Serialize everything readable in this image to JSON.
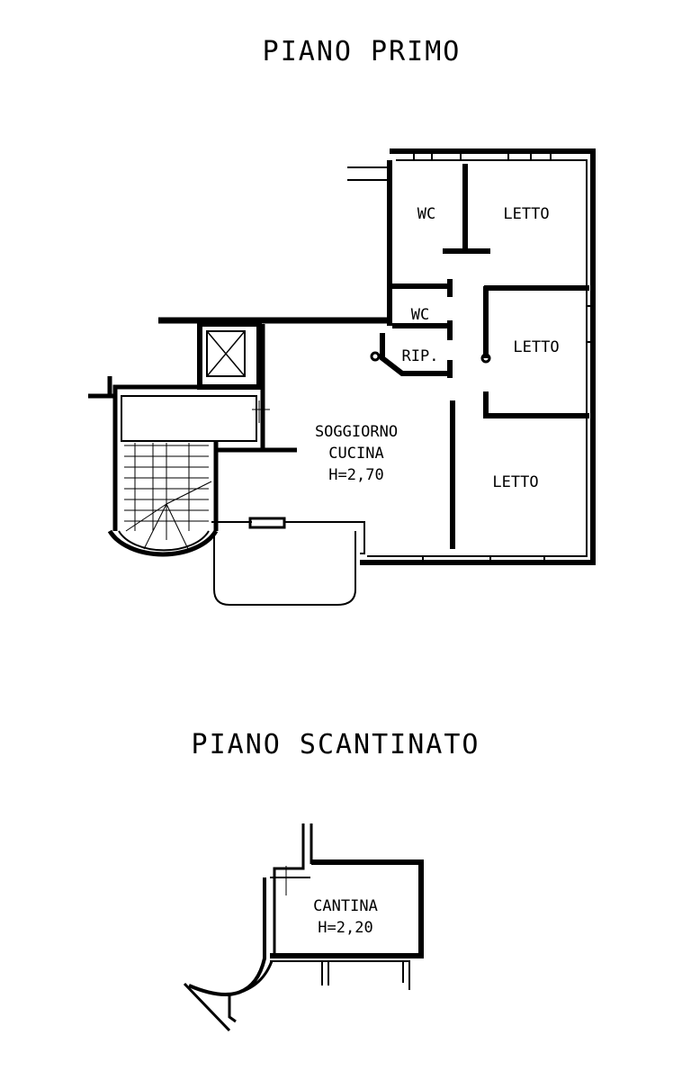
{
  "floors": [
    {
      "title": "PIANO PRIMO",
      "rooms": [
        {
          "name": "WC"
        },
        {
          "name": "LETTO"
        },
        {
          "name": "WC"
        },
        {
          "name": "RIP."
        },
        {
          "name": "LETTO"
        },
        {
          "name": "SOGGIORNO",
          "name2": "CUCINA",
          "height": "H=2,70"
        },
        {
          "name": "LETTO"
        }
      ]
    },
    {
      "title": "PIANO SCANTINATO",
      "rooms": [
        {
          "name": "CANTINA",
          "height": "H=2,20"
        }
      ]
    }
  ],
  "colors": {
    "line": "#000000",
    "background": "#ffffff"
  }
}
